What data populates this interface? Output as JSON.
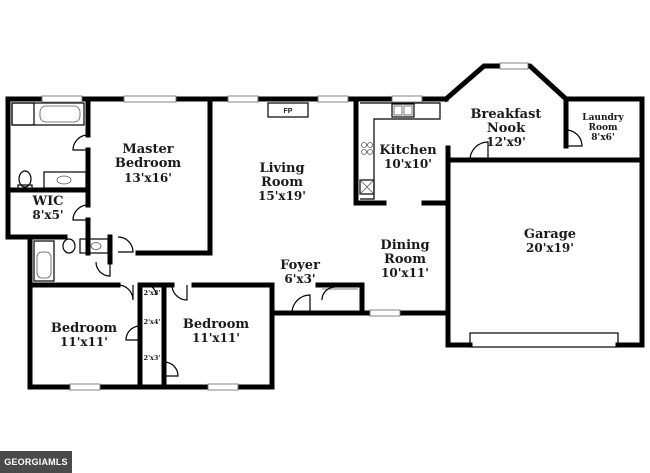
{
  "rooms": {
    "breakfast_nook": {
      "name": "Breakfast Nook",
      "size": "12'x9'"
    },
    "laundry": {
      "name": "Laundry Room",
      "size": "8'x6'"
    },
    "kitchen": {
      "name": "Kitchen",
      "size": "10'x10'"
    },
    "master": {
      "name": "Master Bedroom",
      "size": "13'x16'"
    },
    "living": {
      "name": "Living Room",
      "size": "15'x19'"
    },
    "fireplace": {
      "name": "FP"
    },
    "wic": {
      "name": "WIC",
      "size": "8'x5'"
    },
    "garage": {
      "name": "Garage",
      "size": "20'x19'"
    },
    "dining": {
      "name": "Dining Room",
      "size": "10'x11'"
    },
    "foyer": {
      "name": "Foyer",
      "size": "6'x3'"
    },
    "bedroom_left": {
      "name": "Bedroom",
      "size": "11'x11'"
    },
    "bedroom_right": {
      "name": "Bedroom",
      "size": "11'x11'"
    },
    "closet_top": {
      "size": "2'x3'"
    },
    "closet_mid": {
      "size": "2'x4'"
    },
    "closet_bottom": {
      "size": "2'x3'"
    }
  },
  "watermark": {
    "text": "GEORGIAMLS"
  },
  "colors": {
    "wall": "#000000",
    "background": "#ffffff"
  }
}
